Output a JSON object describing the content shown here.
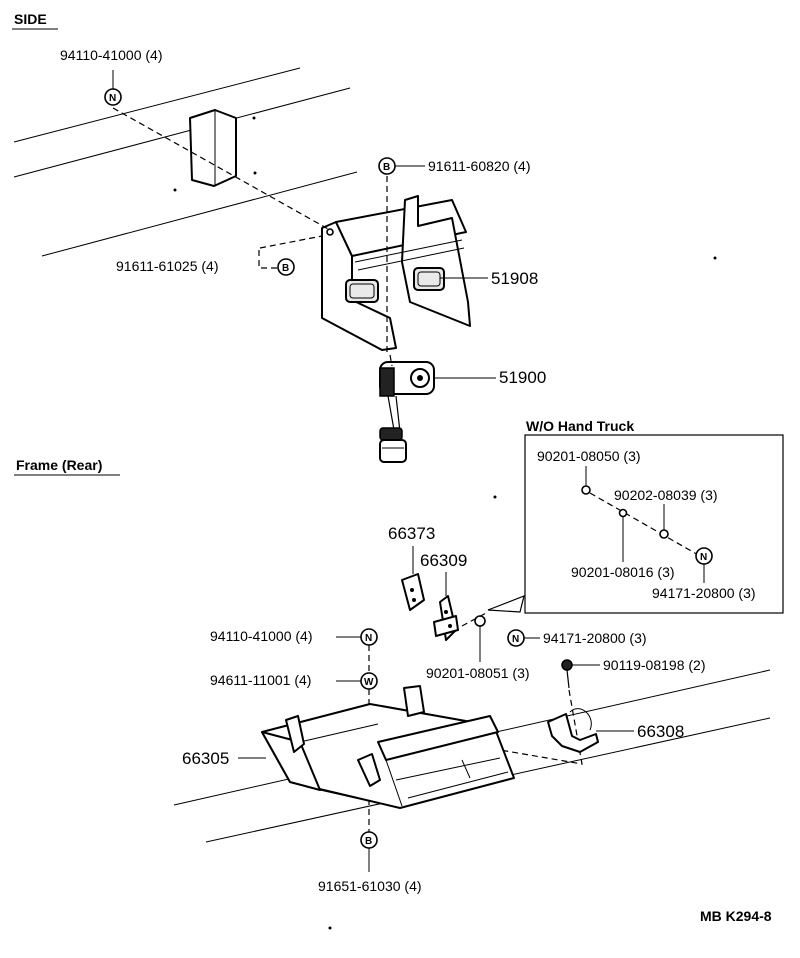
{
  "sections": {
    "side": "SIDE",
    "frame_rear": "Frame (Rear)",
    "wo_hand_truck": "W/O Hand Truck"
  },
  "drawing_code": "MB K294-8",
  "parts": {
    "p94110_top": "94110-41000 (4)",
    "p91611_60820": "91611-60820 (4)",
    "p91611_61025": "91611-61025 (4)",
    "p51908": "51908",
    "p51900": "51900",
    "p90201_08050": "90201-08050 (3)",
    "p90202_08039": "90202-08039 (3)",
    "p90201_08016": "90201-08016 (3)",
    "p94171_inset": "94171-20800 (3)",
    "p66373": "66373",
    "p66309": "66309",
    "p94110_mid": "94110-41000 (4)",
    "p94171_mid": "94171-20800 (3)",
    "p94611": "94611-11001 (4)",
    "p90201_08051": "90201-08051 (3)",
    "p90119": "90119-08198 (2)",
    "p66305": "66305",
    "p66308": "66308",
    "p91651": "91651-61030 (4)"
  },
  "marks": {
    "n": "N",
    "b": "B",
    "w": "W"
  }
}
